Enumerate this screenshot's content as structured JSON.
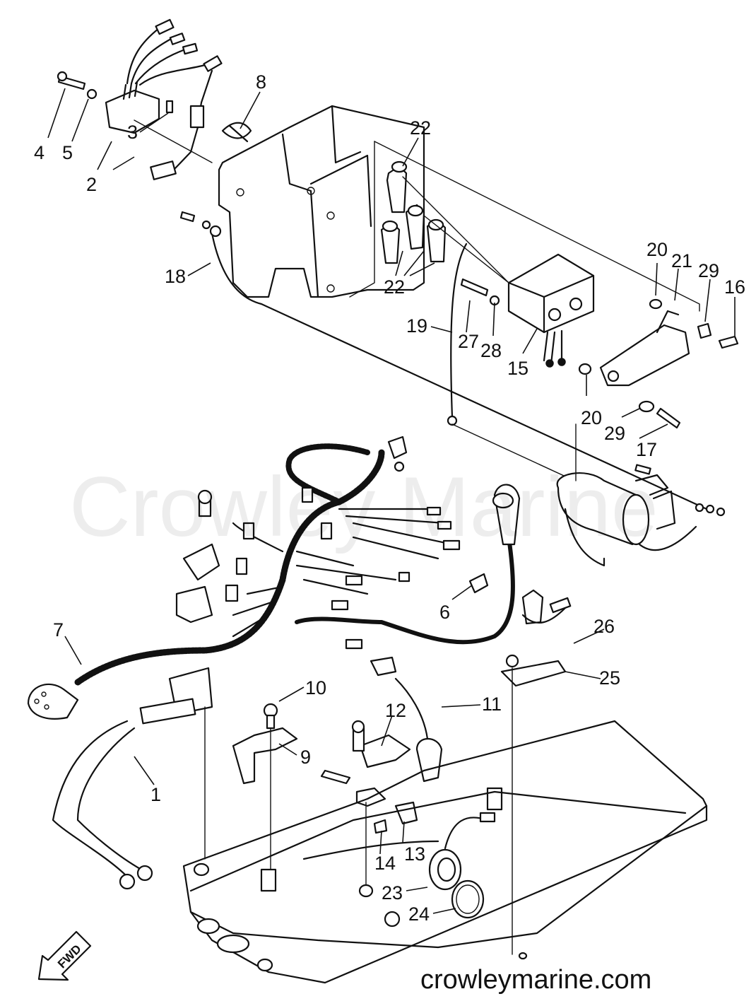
{
  "watermark": "Crowley Marine",
  "site_url": "crowleymarine.com",
  "direction_arrow": {
    "label": "FWD",
    "icon": "arrow-fwd-icon"
  },
  "callouts": [
    "1",
    "2",
    "3",
    "4",
    "5",
    "6",
    "7",
    "8",
    "9",
    "10",
    "11",
    "12",
    "13",
    "14",
    "15",
    "16",
    "17",
    "18",
    "19",
    "20",
    "20",
    "21",
    "22",
    "22",
    "23",
    "24",
    "25",
    "26",
    "27",
    "28",
    "29",
    "29"
  ]
}
